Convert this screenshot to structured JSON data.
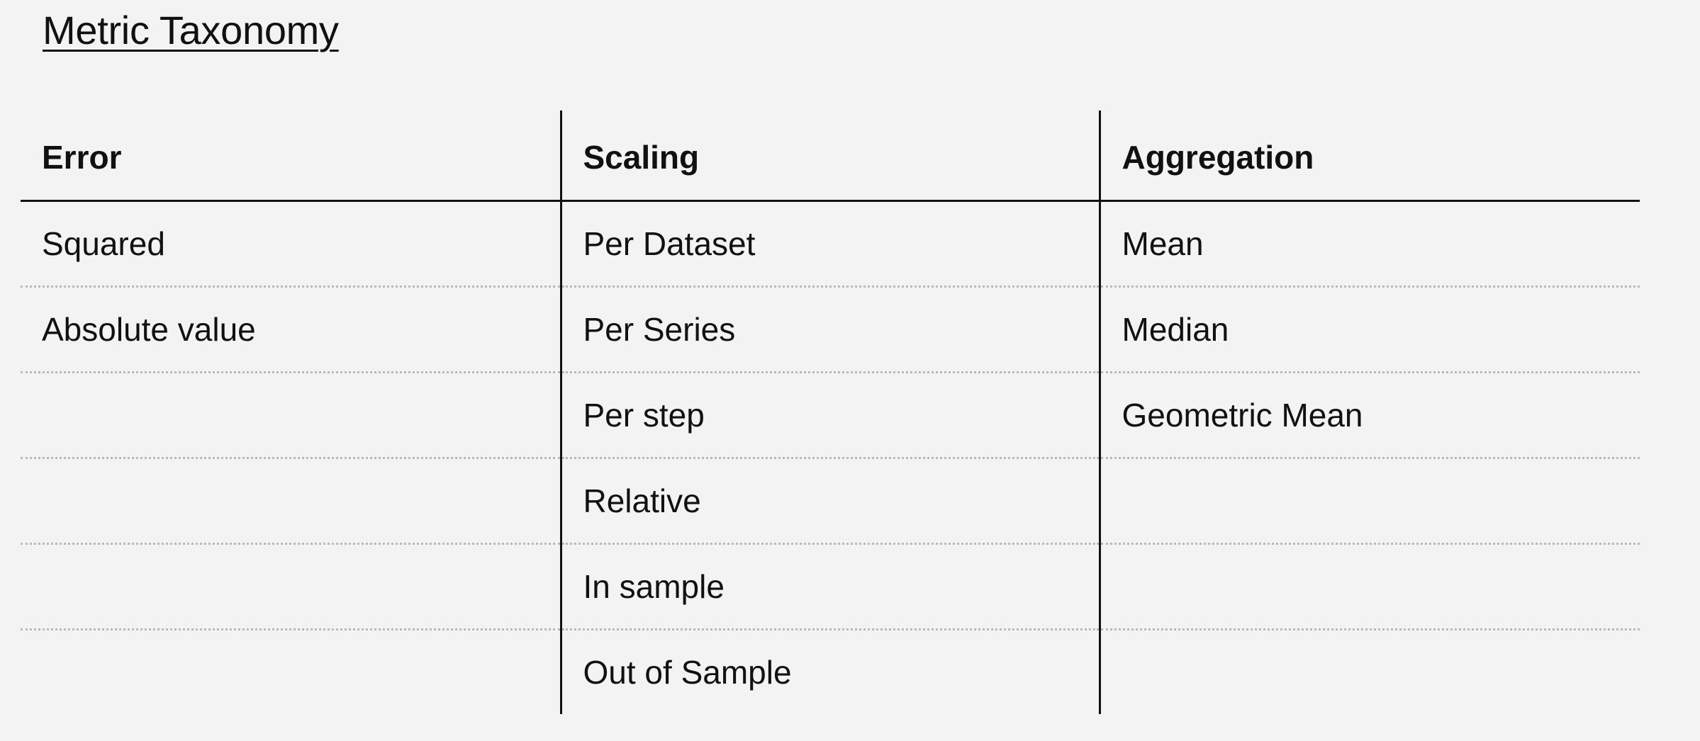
{
  "page": {
    "title": "Metric Taxonomy"
  },
  "table": {
    "columns": [
      "Error",
      "Scaling",
      "Aggregation"
    ],
    "rows": [
      [
        "Squared",
        "Per Dataset",
        "Mean"
      ],
      [
        "Absolute value",
        "Per Series",
        "Median"
      ],
      [
        "",
        "Per step",
        "Geometric Mean"
      ],
      [
        "",
        "Relative",
        ""
      ],
      [
        "",
        "In sample",
        ""
      ],
      [
        "",
        "Out of Sample",
        ""
      ]
    ]
  },
  "colors": {
    "background": "#f3f3f3",
    "text": "#111111",
    "rule": "#111111",
    "dotted_separator": "#b9b9b9"
  }
}
